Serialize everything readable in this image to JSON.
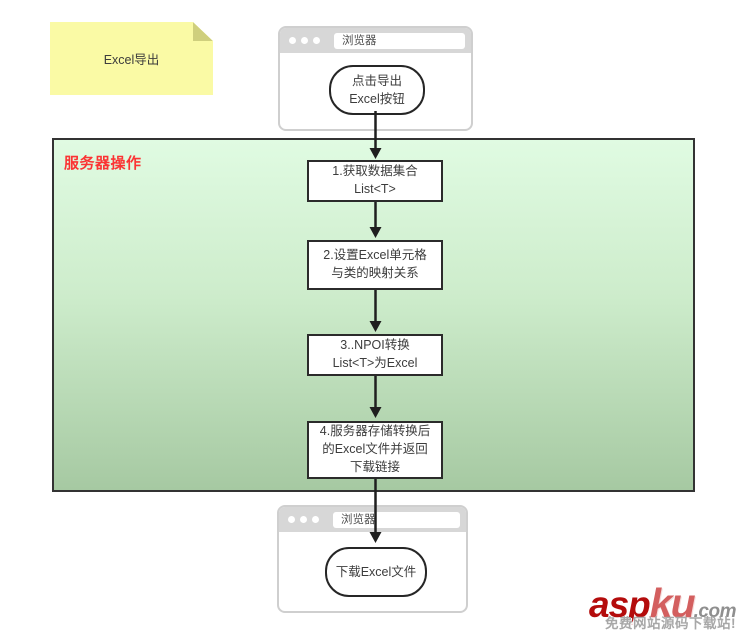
{
  "note": {
    "text": "Excel导出"
  },
  "browser_top": {
    "title": "浏览器",
    "node_lines": [
      "点击导出",
      "Excel按钮"
    ]
  },
  "server_group": {
    "label": "服务器操作"
  },
  "steps": [
    {
      "lines": [
        "1.获取数据集合",
        "List<T>"
      ]
    },
    {
      "lines": [
        "2.设置Excel单元格",
        "与类的映射关系"
      ]
    },
    {
      "lines": [
        "3..NPOI转换",
        "List<T>为Excel"
      ]
    },
    {
      "lines": [
        "4.服务器存储转换后",
        "的Excel文件并返回",
        "下载链接"
      ]
    }
  ],
  "browser_bottom": {
    "title": "浏览器",
    "node_label": "下载Excel文件"
  },
  "watermark": {
    "brand_primary": "asp",
    "brand_secondary": "ku",
    "brand_suffix": ".com",
    "tagline": "免费网站源码下载站!"
  },
  "colors": {
    "note_fill": "#fafaa5",
    "server_box_top": "#e0fbe2",
    "server_box_bottom": "#a6c9a2",
    "server_label_red": "#fb3434",
    "browser_header_gray": "#d7d7d7",
    "brand_dark_red": "#b40c0c",
    "brand_light_red": "#d35f5f"
  }
}
